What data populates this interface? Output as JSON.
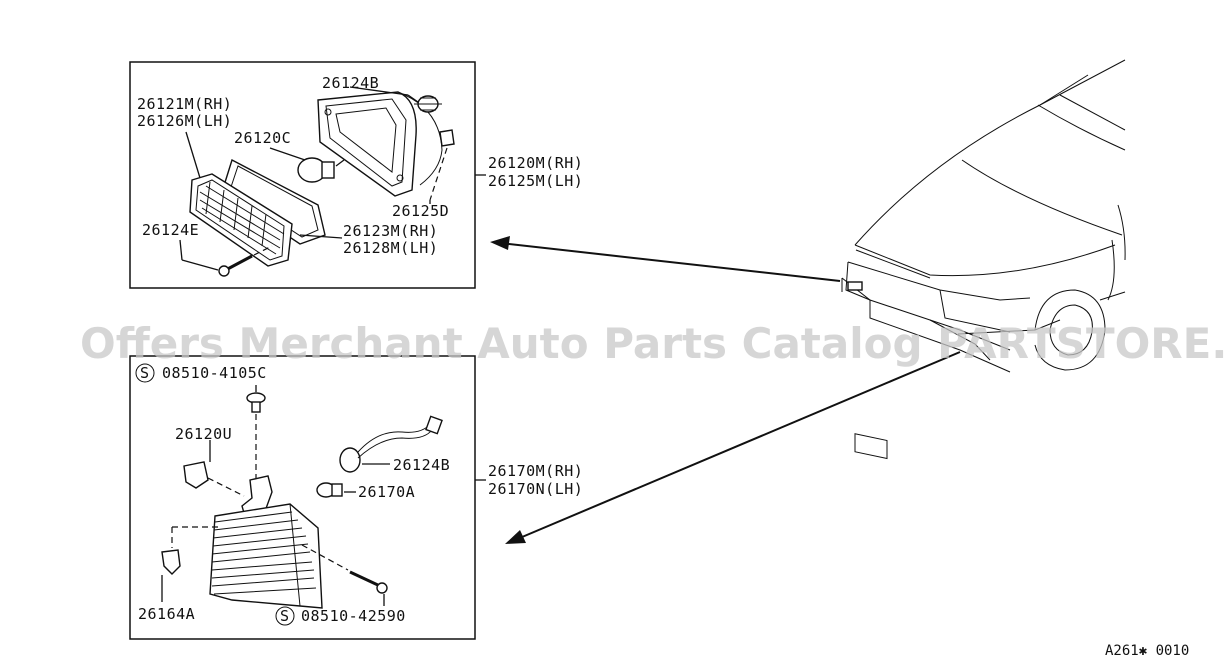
{
  "watermark": "Offers Merchant Auto Parts Catalog PARTSTORE.SA",
  "diagram_code": "A261✱ 0010",
  "upper_box": {
    "labels": {
      "p26124B": "26124B",
      "p26121M_rh": "26121M(RH)",
      "p26126M_lh": "26126M(LH)",
      "p26120C": "26120C",
      "p26124E": "26124E",
      "p26125D": "26125D",
      "p26123M_rh": "26123M(RH)",
      "p26128M_lh": "26128M(LH)"
    }
  },
  "upper_assembly": {
    "rh": "26120M(RH)",
    "lh": "26125M(LH)"
  },
  "lower_box": {
    "labels": {
      "s_symbol": "S",
      "p08510_4105C": "08510-4105C",
      "p26120U": "26120U",
      "p26124B": "26124B",
      "p26170A": "26170A",
      "p26164A": "26164A",
      "p08510_42590": "08510-42590"
    }
  },
  "lower_assembly": {
    "rh": "26170M(RH)",
    "lh": "26170N(LH)"
  }
}
